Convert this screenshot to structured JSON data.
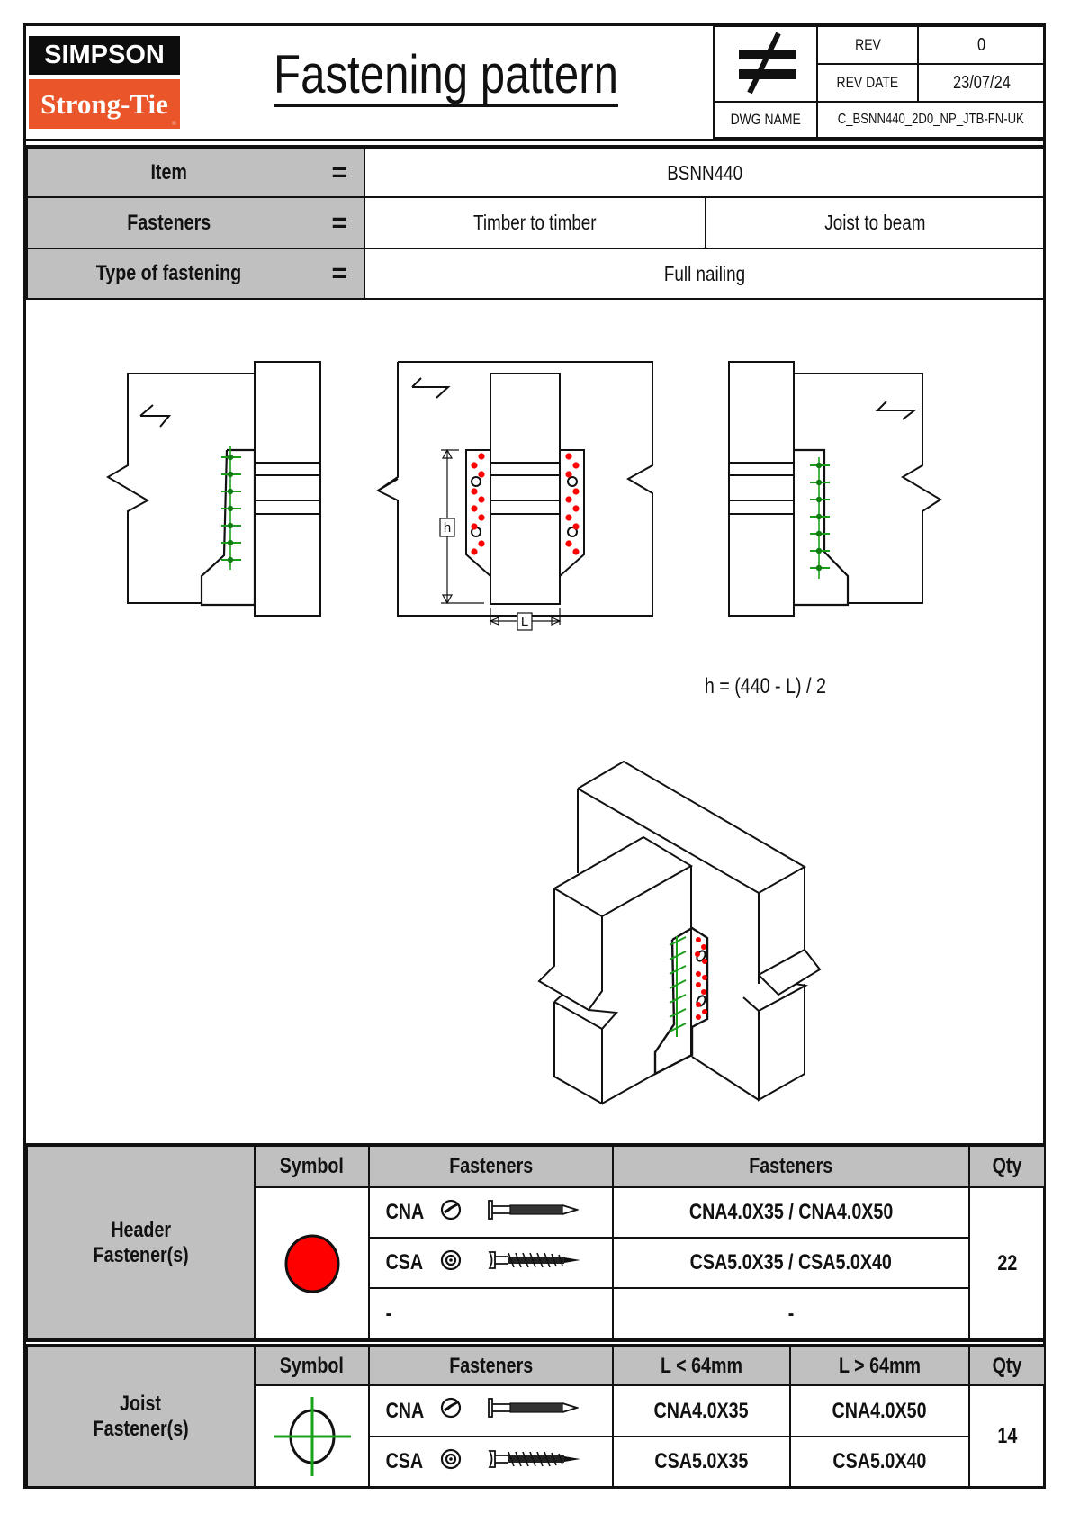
{
  "logo": {
    "line1": "SIMPSON",
    "line2": "Strong-Tie",
    "registered": "®",
    "colors": {
      "black": "#0d0d0d",
      "orange": "#ea5529"
    }
  },
  "title": "Fastening pattern",
  "title_block": {
    "symbol_icon": "not-equal-icon",
    "rev_label": "REV",
    "rev_value": "0",
    "rev_date_label": "REV DATE",
    "rev_date_value": "23/07/24",
    "dwg_name_label": "DWG NAME",
    "dwg_name_value": "C_BSNN440_2D0_NP_JTB-FN-UK"
  },
  "info": {
    "rows": [
      {
        "label": "Item",
        "eq": "=",
        "values": [
          "BSNN440"
        ]
      },
      {
        "label": "Fasteners",
        "eq": "=",
        "values": [
          "Timber to timber",
          "Joist to beam"
        ]
      },
      {
        "label": "Type of fastening",
        "eq": "=",
        "values": [
          "Full nailing"
        ]
      }
    ]
  },
  "drawing": {
    "formula": "h = (440 - L) / 2",
    "dim_h": "h",
    "dim_L": "L",
    "colors": {
      "header_nail": "#ff0000",
      "joist_nail": "#1a9e1a"
    }
  },
  "header_table": {
    "group_label_1": "Header",
    "group_label_2": "Fastener(s)",
    "col_symbol": "Symbol",
    "col_fasteners": "Fasteners",
    "col_fasteners_2": "Fasteners",
    "col_qty": "Qty",
    "symbol_icon": "red-dot-icon",
    "rows": [
      {
        "code": "CNA",
        "head_icon": "ring-nail-head-icon",
        "body_icon": "nail-icon",
        "spec": "CNA4.0X35 / CNA4.0X50"
      },
      {
        "code": "CSA",
        "head_icon": "screw-head-icon",
        "body_icon": "screw-icon",
        "spec": "CSA5.0X35 / CSA5.0X40"
      },
      {
        "code": "-",
        "spec": "-"
      }
    ],
    "qty": "22"
  },
  "joist_table": {
    "group_label_1": "Joist",
    "group_label_2": "Fastener(s)",
    "col_symbol": "Symbol",
    "col_fasteners": "Fasteners",
    "col_l_small": "L < 64mm",
    "col_l_large": "L > 64mm",
    "col_qty": "Qty",
    "symbol_icon": "crosshair-circle-icon",
    "rows": [
      {
        "code": "CNA",
        "head_icon": "ring-nail-head-icon",
        "body_icon": "nail-icon",
        "small": "CNA4.0X35",
        "large": "CNA4.0X50"
      },
      {
        "code": "CSA",
        "head_icon": "screw-head-icon",
        "body_icon": "screw-icon",
        "small": "CSA5.0X35",
        "large": "CSA5.0X40"
      }
    ],
    "qty": "14"
  }
}
